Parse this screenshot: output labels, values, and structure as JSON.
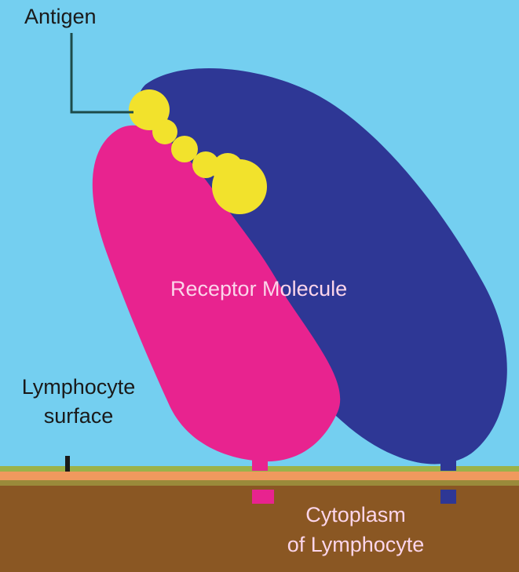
{
  "labels": {
    "antigen": "Antigen",
    "receptor": "Receptor Molecule",
    "surface_line1": "Lymphocyte",
    "surface_line2": "surface",
    "cytoplasm_line1": "Cytoplasm",
    "cytoplasm_line2": "of Lymphocyte"
  },
  "colors": {
    "background": "#74cff0",
    "receptor_chain_a": "#e8238f",
    "receptor_chain_b": "#2e3795",
    "antigen": "#f2e22c",
    "membrane": "#f0995e",
    "cytoplasm": "#8a5723",
    "leader_line": "#1d4b4a"
  }
}
